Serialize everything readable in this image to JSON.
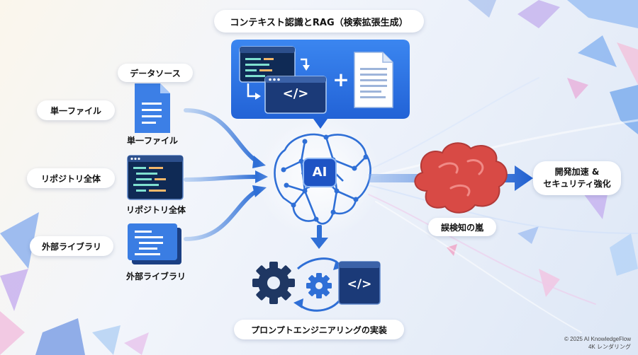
{
  "rag": {
    "title": "コンテキスト認識とRAG（検索拡張生成）",
    "code_symbol": "</>",
    "plus": "+"
  },
  "sources": {
    "title": "データソース",
    "items": [
      {
        "pill": "単一ファイル",
        "caption": "単一ファイル",
        "icon": "document-icon"
      },
      {
        "pill": "リポジトリ全体",
        "caption": "リポジトリ全体",
        "icon": "code-window-icon"
      },
      {
        "pill": "外部ライブラリ",
        "caption": "外部ライブラリ",
        "icon": "library-icon"
      }
    ]
  },
  "ai": {
    "label": "AI"
  },
  "outputs": {
    "result_line1": "開発加速 &",
    "result_line2": "セキュリティ強化",
    "storm": "誤検知の嵐",
    "prompt": "プロンプトエンジニアリングの実装",
    "prompt_code_symbol": "</>"
  },
  "footer": {
    "copyright": "© 2025 AI KnowledgeFlow",
    "render": "4K レンダリング"
  },
  "colors": {
    "accent_blue": "#2f6fd6",
    "dark_navy": "#1f3763",
    "storm_red": "#d84a45"
  }
}
